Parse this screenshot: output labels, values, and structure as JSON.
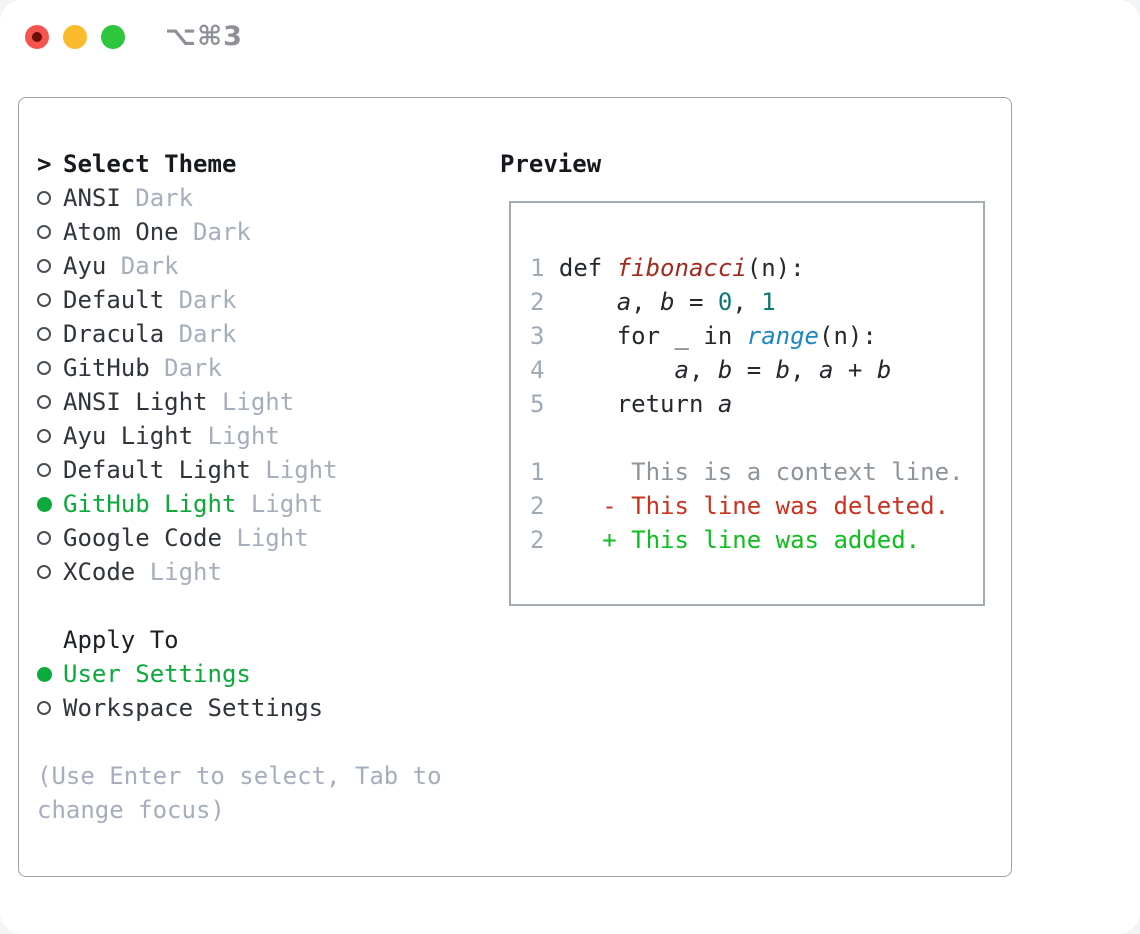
{
  "window": {
    "shortcut_label": "⌥⌘3",
    "traffic_lights": [
      {
        "name": "close",
        "color": "#f6554e"
      },
      {
        "name": "minimize",
        "color": "#fcbb2d"
      },
      {
        "name": "fullscreen",
        "color": "#2dc63c"
      }
    ]
  },
  "colors": {
    "accent_green": "#0caa3a",
    "added_green": "#0ebe1e",
    "deleted_red": "#c9321e",
    "function_red": "#a32a20",
    "builtin_blue": "#1d87c4",
    "number_teal": "#0b7a70",
    "muted_gray": "#a5aebc",
    "line_number_gray": "#9daab6",
    "context_gray": "#8d949b",
    "text_dark": "#2f353b",
    "heading_black": "#16191d",
    "panel_border": "#99a2ab",
    "traffic_red": "#f6554e",
    "traffic_yellow": "#fcbb2d",
    "traffic_green": "#2dc63c"
  },
  "theme_selector": {
    "prompt": ">",
    "title": "Select Theme",
    "items": [
      {
        "name": "ANSI",
        "variant": "Dark",
        "selected": false
      },
      {
        "name": "Atom One",
        "variant": "Dark",
        "selected": false
      },
      {
        "name": "Ayu",
        "variant": "Dark",
        "selected": false
      },
      {
        "name": "Default",
        "variant": "Dark",
        "selected": false
      },
      {
        "name": "Dracula",
        "variant": "Dark",
        "selected": false
      },
      {
        "name": "GitHub",
        "variant": "Dark",
        "selected": false
      },
      {
        "name": "ANSI Light",
        "variant": "Light",
        "selected": false
      },
      {
        "name": "Ayu Light",
        "variant": "Light",
        "selected": false
      },
      {
        "name": "Default Light",
        "variant": "Light",
        "selected": false
      },
      {
        "name": "GitHub Light",
        "variant": "Light",
        "selected": true
      },
      {
        "name": "Google Code",
        "variant": "Light",
        "selected": false
      },
      {
        "name": "XCode",
        "variant": "Light",
        "selected": false
      }
    ],
    "apply_to": {
      "title": "Apply To",
      "options": [
        {
          "label": "User Settings",
          "selected": true
        },
        {
          "label": "Workspace Settings",
          "selected": false
        }
      ]
    },
    "hint_lines": [
      "(Use Enter to select, Tab to",
      "change focus)"
    ]
  },
  "preview": {
    "title": "Preview",
    "code_lines": [
      {
        "num": "1",
        "segments": [
          {
            "t": "def ",
            "s": "plain"
          },
          {
            "t": "fibonacci",
            "s": "func"
          },
          {
            "t": "(n):",
            "s": "plain"
          }
        ]
      },
      {
        "num": "2",
        "segments": [
          {
            "t": "    ",
            "s": "plain"
          },
          {
            "t": "a",
            "s": "var"
          },
          {
            "t": ", ",
            "s": "plain"
          },
          {
            "t": "b",
            "s": "var"
          },
          {
            "t": " = ",
            "s": "plain"
          },
          {
            "t": "0",
            "s": "num"
          },
          {
            "t": ", ",
            "s": "plain"
          },
          {
            "t": "1",
            "s": "num"
          }
        ]
      },
      {
        "num": "3",
        "segments": [
          {
            "t": "    for _ in ",
            "s": "plain"
          },
          {
            "t": "range",
            "s": "builtin"
          },
          {
            "t": "(n):",
            "s": "plain"
          }
        ]
      },
      {
        "num": "4",
        "segments": [
          {
            "t": "        ",
            "s": "plain"
          },
          {
            "t": "a",
            "s": "var"
          },
          {
            "t": ", ",
            "s": "plain"
          },
          {
            "t": "b",
            "s": "var"
          },
          {
            "t": " = ",
            "s": "plain"
          },
          {
            "t": "b",
            "s": "var"
          },
          {
            "t": ", ",
            "s": "plain"
          },
          {
            "t": "a",
            "s": "var"
          },
          {
            "t": " + ",
            "s": "plain"
          },
          {
            "t": "b",
            "s": "var"
          }
        ]
      },
      {
        "num": "5",
        "segments": [
          {
            "t": "    return ",
            "s": "plain"
          },
          {
            "t": "a",
            "s": "var"
          }
        ]
      }
    ],
    "diff_lines": [
      {
        "num": "1",
        "marker": " ",
        "text": "This is a context line.",
        "kind": "context"
      },
      {
        "num": "2",
        "marker": "-",
        "text": "This line was deleted.",
        "kind": "deleted"
      },
      {
        "num": "2",
        "marker": "+",
        "text": "This line was added.",
        "kind": "added"
      }
    ]
  }
}
